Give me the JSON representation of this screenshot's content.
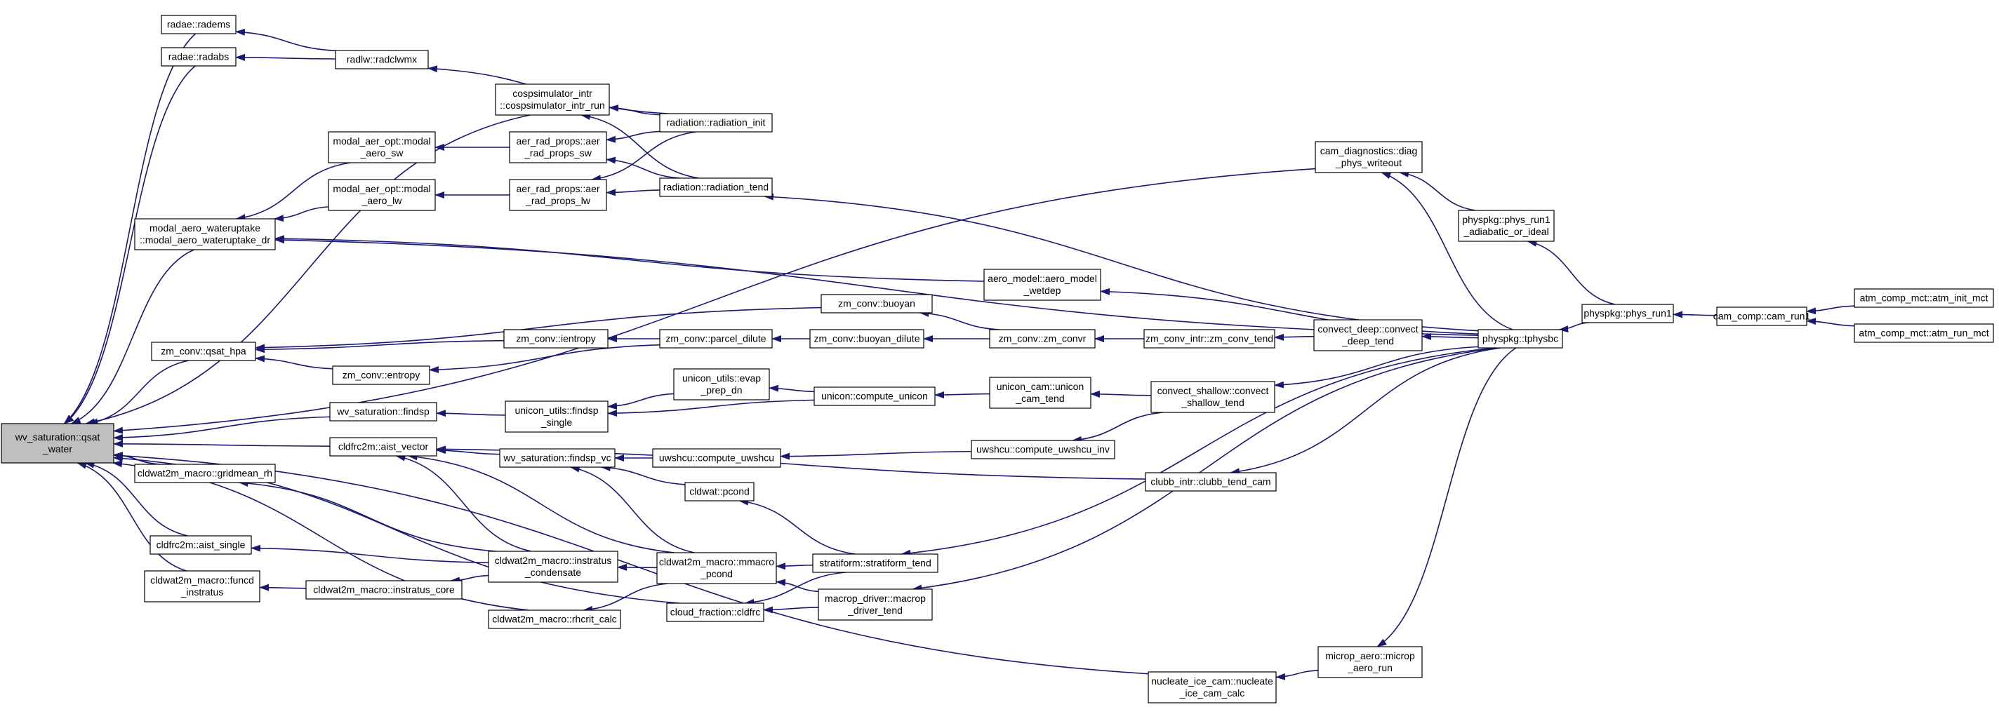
{
  "diagram": {
    "nodes": [
      {
        "id": "qsat_water",
        "lines": [
          "wv_saturation::qsat",
          "_water"
        ],
        "root": true
      },
      {
        "id": "radems",
        "lines": [
          "radae::radems"
        ]
      },
      {
        "id": "radabs",
        "lines": [
          "radae::radabs"
        ]
      },
      {
        "id": "radclwmx",
        "lines": [
          "radlw::radclwmx"
        ]
      },
      {
        "id": "cosp",
        "lines": [
          "cospsimulator_intr",
          "::cospsimulator_intr_run"
        ]
      },
      {
        "id": "rad_init",
        "lines": [
          "radiation::radiation_init"
        ]
      },
      {
        "id": "rad_tend",
        "lines": [
          "radiation::radiation_tend"
        ]
      },
      {
        "id": "modal_sw",
        "lines": [
          "modal_aer_opt::modal",
          "_aero_sw"
        ]
      },
      {
        "id": "modal_lw",
        "lines": [
          "modal_aer_opt::modal",
          "_aero_lw"
        ]
      },
      {
        "id": "aer_sw",
        "lines": [
          "aer_rad_props::aer",
          "_rad_props_sw"
        ]
      },
      {
        "id": "aer_lw",
        "lines": [
          "aer_rad_props::aer",
          "_rad_props_lw"
        ]
      },
      {
        "id": "wateruptake",
        "lines": [
          "modal_aero_wateruptake",
          "::modal_aero_wateruptake_dr"
        ]
      },
      {
        "id": "aero_wetdep",
        "lines": [
          "aero_model::aero_model",
          "_wetdep"
        ]
      },
      {
        "id": "qsat_hpa",
        "lines": [
          "zm_conv::qsat_hpa"
        ]
      },
      {
        "id": "buoyan",
        "lines": [
          "zm_conv::buoyan"
        ]
      },
      {
        "id": "ientropy",
        "lines": [
          "zm_conv::ientropy"
        ]
      },
      {
        "id": "entropy",
        "lines": [
          "zm_conv::entropy"
        ]
      },
      {
        "id": "parcel_dilute",
        "lines": [
          "zm_conv::parcel_dilute"
        ]
      },
      {
        "id": "buoyan_dilute",
        "lines": [
          "zm_conv::buoyan_dilute"
        ]
      },
      {
        "id": "zm_convr",
        "lines": [
          "zm_conv::zm_convr"
        ]
      },
      {
        "id": "zm_conv_tend",
        "lines": [
          "zm_conv_intr::zm_conv_tend"
        ]
      },
      {
        "id": "convect_deep",
        "lines": [
          "convect_deep::convect",
          "_deep_tend"
        ]
      },
      {
        "id": "findsp",
        "lines": [
          "wv_saturation::findsp"
        ]
      },
      {
        "id": "findsp_single",
        "lines": [
          "unicon_utils::findsp",
          "_single"
        ]
      },
      {
        "id": "evap_prep",
        "lines": [
          "unicon_utils::evap",
          "_prep_dn"
        ]
      },
      {
        "id": "compute_unicon",
        "lines": [
          "unicon::compute_unicon"
        ]
      },
      {
        "id": "unicon_cam",
        "lines": [
          "unicon_cam::unicon",
          "_cam_tend"
        ]
      },
      {
        "id": "convect_shallow",
        "lines": [
          "convect_shallow::convect",
          "_shallow_tend"
        ]
      },
      {
        "id": "aist_vector",
        "lines": [
          "cldfrc2m::aist_vector"
        ]
      },
      {
        "id": "gridmean",
        "lines": [
          "cldwat2m_macro::gridmean_rh"
        ]
      },
      {
        "id": "findsp_vc",
        "lines": [
          "wv_saturation::findsp_vc"
        ]
      },
      {
        "id": "uwshcu",
        "lines": [
          "uwshcu::compute_uwshcu"
        ]
      },
      {
        "id": "uwshcu_inv",
        "lines": [
          "uwshcu::compute_uwshcu_inv"
        ]
      },
      {
        "id": "pcond",
        "lines": [
          "cldwat::pcond"
        ]
      },
      {
        "id": "clubb",
        "lines": [
          "clubb_intr::clubb_tend_cam"
        ]
      },
      {
        "id": "aist_single",
        "lines": [
          "cldfrc2m::aist_single"
        ]
      },
      {
        "id": "instratus_cond",
        "lines": [
          "cldwat2m_macro::instratus",
          "_condensate"
        ]
      },
      {
        "id": "mmacro",
        "lines": [
          "cldwat2m_macro::mmacro",
          "_pcond"
        ]
      },
      {
        "id": "stratiform",
        "lines": [
          "stratiform::stratiform_tend"
        ]
      },
      {
        "id": "funcd",
        "lines": [
          "cldwat2m_macro::funcd",
          "_instratus"
        ]
      },
      {
        "id": "instratus_core",
        "lines": [
          "cldwat2m_macro::instratus_core"
        ]
      },
      {
        "id": "rhcrit",
        "lines": [
          "cldwat2m_macro::rhcrit_calc"
        ]
      },
      {
        "id": "cldfrc",
        "lines": [
          "cloud_fraction::cldfrc"
        ]
      },
      {
        "id": "macrop",
        "lines": [
          "macrop_driver::macrop",
          "_driver_tend"
        ]
      },
      {
        "id": "nucleate",
        "lines": [
          "nucleate_ice_cam::nucleate",
          "_ice_cam_calc"
        ]
      },
      {
        "id": "microp",
        "lines": [
          "microp_aero::microp",
          "_aero_run"
        ]
      },
      {
        "id": "diag_phys",
        "lines": [
          "cam_diagnostics::diag",
          "_phys_writeout"
        ]
      },
      {
        "id": "phys_run1_adiab",
        "lines": [
          "physpkg::phys_run1",
          "_adiabatic_or_ideal"
        ]
      },
      {
        "id": "tphysbc",
        "lines": [
          "physpkg::tphysbc"
        ]
      },
      {
        "id": "phys_run1",
        "lines": [
          "physpkg::phys_run1"
        ]
      },
      {
        "id": "cam_run1",
        "lines": [
          "cam_comp::cam_run1"
        ]
      },
      {
        "id": "atm_init",
        "lines": [
          "atm_comp_mct::atm_init_mct"
        ]
      },
      {
        "id": "atm_run",
        "lines": [
          "atm_comp_mct::atm_run_mct"
        ]
      }
    ],
    "edges": [
      [
        "radems",
        "qsat_water"
      ],
      [
        "radabs",
        "qsat_water"
      ],
      [
        "cosp",
        "qsat_water"
      ],
      [
        "wateruptake",
        "qsat_water"
      ],
      [
        "qsat_hpa",
        "qsat_water"
      ],
      [
        "findsp",
        "qsat_water"
      ],
      [
        "aist_vector",
        "qsat_water"
      ],
      [
        "gridmean",
        "qsat_water"
      ],
      [
        "aist_single",
        "qsat_water"
      ],
      [
        "funcd",
        "qsat_water"
      ],
      [
        "rhcrit",
        "qsat_water"
      ],
      [
        "cldfrc",
        "qsat_water"
      ],
      [
        "nucleate",
        "qsat_water"
      ],
      [
        "diag_phys",
        "qsat_water"
      ],
      [
        "radclwmx",
        "radems"
      ],
      [
        "radclwmx",
        "radabs"
      ],
      [
        "rad_init",
        "radclwmx"
      ],
      [
        "rad_init",
        "cosp"
      ],
      [
        "rad_tend",
        "cosp"
      ],
      [
        "aer_sw",
        "modal_sw"
      ],
      [
        "aer_lw",
        "modal_lw"
      ],
      [
        "rad_init",
        "aer_sw"
      ],
      [
        "rad_tend",
        "aer_sw"
      ],
      [
        "rad_init",
        "aer_lw"
      ],
      [
        "rad_tend",
        "aer_lw"
      ],
      [
        "modal_sw",
        "wateruptake"
      ],
      [
        "modal_lw",
        "wateruptake"
      ],
      [
        "aero_wetdep",
        "wateruptake"
      ],
      [
        "tphysbc",
        "wateruptake"
      ],
      [
        "tphysbc",
        "rad_tend"
      ],
      [
        "tphysbc",
        "aero_wetdep"
      ],
      [
        "buoyan",
        "qsat_hpa"
      ],
      [
        "ientropy",
        "qsat_hpa"
      ],
      [
        "entropy",
        "qsat_hpa"
      ],
      [
        "parcel_dilute",
        "ientropy"
      ],
      [
        "parcel_dilute",
        "entropy"
      ],
      [
        "zm_convr",
        "buoyan"
      ],
      [
        "buoyan_dilute",
        "parcel_dilute"
      ],
      [
        "zm_convr",
        "buoyan_dilute"
      ],
      [
        "zm_conv_tend",
        "zm_convr"
      ],
      [
        "convect_deep",
        "zm_conv_tend"
      ],
      [
        "tphysbc",
        "convect_deep"
      ],
      [
        "findsp_single",
        "findsp"
      ],
      [
        "evap_prep",
        "findsp_single"
      ],
      [
        "compute_unicon",
        "findsp_single"
      ],
      [
        "compute_unicon",
        "evap_prep"
      ],
      [
        "unicon_cam",
        "compute_unicon"
      ],
      [
        "convect_shallow",
        "unicon_cam"
      ],
      [
        "tphysbc",
        "convect_shallow"
      ],
      [
        "findsp_vc",
        "aist_vector"
      ],
      [
        "uwshcu",
        "findsp_vc"
      ],
      [
        "pcond",
        "findsp_vc"
      ],
      [
        "mmacro",
        "findsp_vc"
      ],
      [
        "uwshcu_inv",
        "uwshcu"
      ],
      [
        "convect_shallow",
        "uwshcu_inv"
      ],
      [
        "stratiform",
        "pcond"
      ],
      [
        "clubb",
        "aist_vector"
      ],
      [
        "tphysbc",
        "clubb"
      ],
      [
        "instratus_cond",
        "aist_vector"
      ],
      [
        "mmacro",
        "aist_vector"
      ],
      [
        "instratus_cond",
        "gridmean"
      ],
      [
        "instratus_cond",
        "aist_single"
      ],
      [
        "mmacro",
        "instratus_cond"
      ],
      [
        "instratus_core",
        "funcd"
      ],
      [
        "instratus_cond",
        "instratus_core"
      ],
      [
        "stratiform",
        "mmacro"
      ],
      [
        "macrop",
        "mmacro"
      ],
      [
        "mmacro",
        "rhcrit"
      ],
      [
        "stratiform",
        "cldfrc"
      ],
      [
        "macrop",
        "cldfrc"
      ],
      [
        "tphysbc",
        "stratiform"
      ],
      [
        "tphysbc",
        "macrop"
      ],
      [
        "microp",
        "nucleate"
      ],
      [
        "tphysbc",
        "microp"
      ],
      [
        "tphysbc",
        "diag_phys"
      ],
      [
        "phys_run1_adiab",
        "diag_phys"
      ],
      [
        "phys_run1",
        "tphysbc"
      ],
      [
        "phys_run1",
        "phys_run1_adiab"
      ],
      [
        "cam_run1",
        "phys_run1"
      ],
      [
        "atm_init",
        "cam_run1"
      ],
      [
        "atm_run",
        "cam_run1"
      ]
    ]
  }
}
